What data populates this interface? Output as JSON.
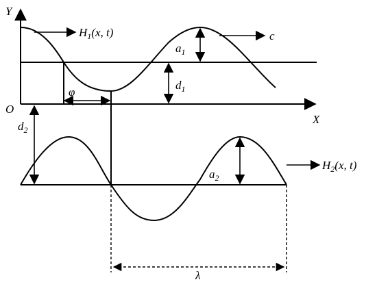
{
  "labels": {
    "y_axis": "Y",
    "x_axis": "X",
    "origin": "O",
    "h1_main": "H",
    "h1_sub": "1",
    "h1_args": "(x, t)",
    "h2_main": "H",
    "h2_sub": "2",
    "h2_args": "(x, t)",
    "c": "c",
    "a1_main": "a",
    "a1_sub": "1",
    "d1_main": "d",
    "d1_sub": "1",
    "d2_main": "d",
    "d2_sub": "2",
    "a2_main": "a",
    "a2_sub": "2",
    "phi": "φ",
    "lambda": "λ"
  }
}
